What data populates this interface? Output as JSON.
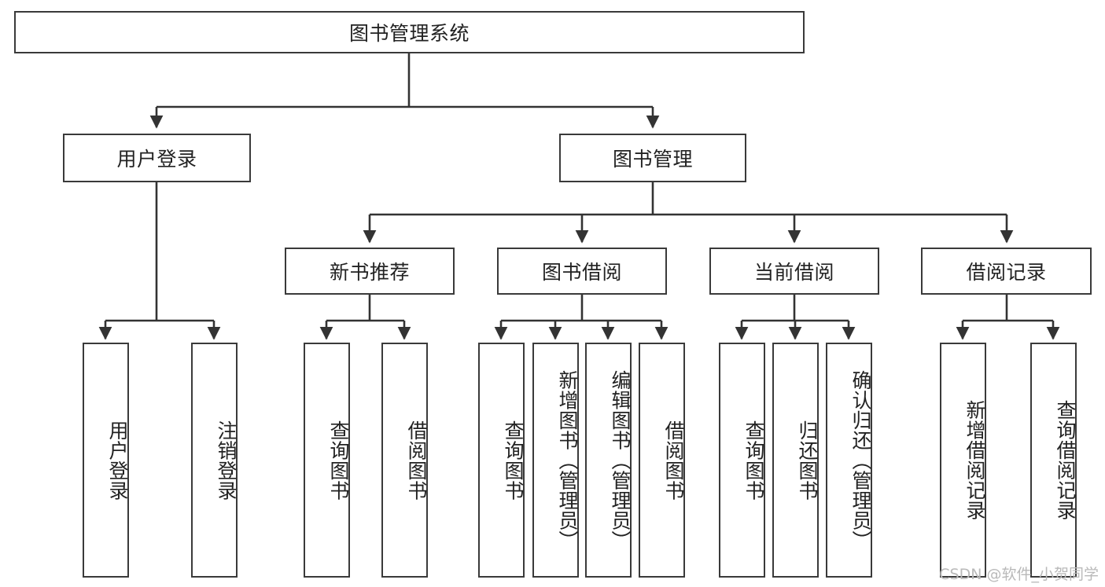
{
  "diagram": {
    "title": "图书管理系统",
    "type": "functional-structure-tree",
    "watermark": "CSDN @软件_小贺同学",
    "colors": {
      "background": "#ffffff",
      "box_border": "#3a3a3a",
      "box_fill": "#ffffff",
      "edge": "#333333",
      "text": "#222222",
      "watermark": "#b9b9b9"
    }
  },
  "nodes": {
    "root": {
      "label": "图书管理系统"
    },
    "level2": [
      {
        "id": "user-login",
        "label": "用户登录"
      },
      {
        "id": "book-management",
        "label": "图书管理"
      }
    ],
    "level3": [
      {
        "id": "new-book-recommend",
        "label": "新书推荐"
      },
      {
        "id": "book-borrow",
        "label": "图书借阅"
      },
      {
        "id": "current-borrow",
        "label": "当前借阅"
      },
      {
        "id": "borrow-record",
        "label": "借阅记录"
      }
    ],
    "leaves": {
      "user-login": [
        {
          "id": "leaf-user-login",
          "label": "用户登录"
        },
        {
          "id": "leaf-logout",
          "label": "注销登录"
        }
      ],
      "new-book-recommend": [
        {
          "id": "leaf-query-book-1",
          "label": "查询图书"
        },
        {
          "id": "leaf-borrow-book-1",
          "label": "借阅图书"
        }
      ],
      "book-borrow": [
        {
          "id": "leaf-query-book-2",
          "label": "查询图书"
        },
        {
          "id": "leaf-add-book",
          "label": "新增图书（管理员）"
        },
        {
          "id": "leaf-edit-book",
          "label": "编辑图书（管理员）"
        },
        {
          "id": "leaf-borrow-book-2",
          "label": "借阅图书"
        }
      ],
      "current-borrow": [
        {
          "id": "leaf-query-book-3",
          "label": "查询图书"
        },
        {
          "id": "leaf-return-book",
          "label": "归还图书"
        },
        {
          "id": "leaf-confirm-return",
          "label": "确认归还（管理员）"
        }
      ],
      "borrow-record": [
        {
          "id": "leaf-add-record",
          "label": "新增借阅记录"
        },
        {
          "id": "leaf-query-record",
          "label": "查询借阅记录"
        }
      ]
    }
  }
}
